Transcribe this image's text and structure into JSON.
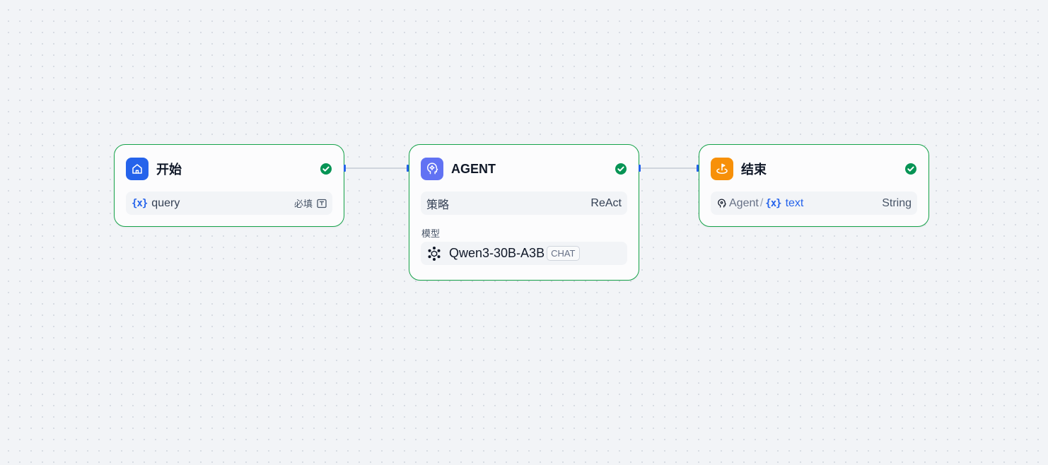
{
  "nodes": {
    "start": {
      "title": "开始",
      "variable": {
        "var_symbol": "{x}",
        "name": "query",
        "required_label": "必填"
      }
    },
    "agent": {
      "title": "AGENT",
      "strategy": {
        "label": "策略",
        "value": "ReAct"
      },
      "model": {
        "section_label": "模型",
        "name": "Qwen3-30B-A3B",
        "badge": "CHAT"
      }
    },
    "end": {
      "title": "结束",
      "output": {
        "source": "Agent",
        "separator": "/",
        "var_symbol": "{x}",
        "variable": "text",
        "type": "String"
      }
    }
  },
  "icons": {
    "start": "home-icon",
    "agent": "agent-brain-icon",
    "end": "end-flag-icon",
    "status": "check-circle-icon",
    "model": "model-provider-icon",
    "text_type": "text-type-icon"
  },
  "colors": {
    "node_border": "#16a34a",
    "status_success": "#079455",
    "start_icon_bg": "#2563eb",
    "agent_icon_bg": "#6172f3",
    "end_icon_bg": "#f79009",
    "variable_accent": "#2563eb",
    "edge": "#d0d5dd"
  }
}
